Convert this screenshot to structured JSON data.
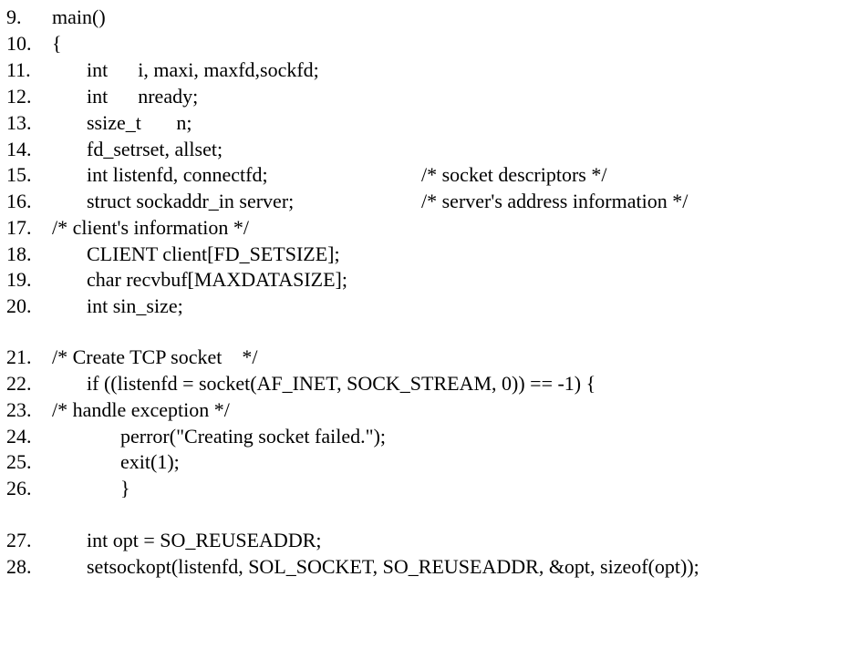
{
  "lines": [
    {
      "num": "9.",
      "code": "main()"
    },
    {
      "num": "10.",
      "code": "{"
    },
    {
      "num": "11.",
      "code": "int      i, maxi, maxfd,sockfd;"
    },
    {
      "num": "12.",
      "code": "int      nready;"
    },
    {
      "num": "13.",
      "code": "ssize_t       n;"
    },
    {
      "num": "14.",
      "code": "fd_setrset, allset;"
    },
    {
      "num": "15.",
      "code": "int listenfd, connectfd;",
      "comment": "/* socket descriptors */"
    },
    {
      "num": "16.",
      "code": "struct sockaddr_in server;",
      "comment": "/* server's address information */"
    },
    {
      "num": "17.",
      "code": "/* client's information */"
    },
    {
      "num": "18.",
      "code": "CLIENT client[FD_SETSIZE];"
    },
    {
      "num": "19.",
      "code": "char recvbuf[MAXDATASIZE];"
    },
    {
      "num": "20.",
      "code": "int sin_size;"
    },
    {
      "num": "21.",
      "code": "/* Create TCP socket    */"
    },
    {
      "num": "22.",
      "code": "if ((listenfd = socket(AF_INET, SOCK_STREAM, 0)) == -1) {"
    },
    {
      "num": "23.",
      "code": "/* handle exception */"
    },
    {
      "num": "24.",
      "code": "perror(\"Creating socket failed.\");"
    },
    {
      "num": "25.",
      "code": "exit(1);"
    },
    {
      "num": "26.",
      "code": "}"
    },
    {
      "num": "27.",
      "code": "int opt = SO_REUSEADDR;"
    },
    {
      "num": "28.",
      "code": "setsockopt(listenfd, SOL_SOCKET, SO_REUSEADDR, &opt, sizeof(opt));"
    }
  ]
}
